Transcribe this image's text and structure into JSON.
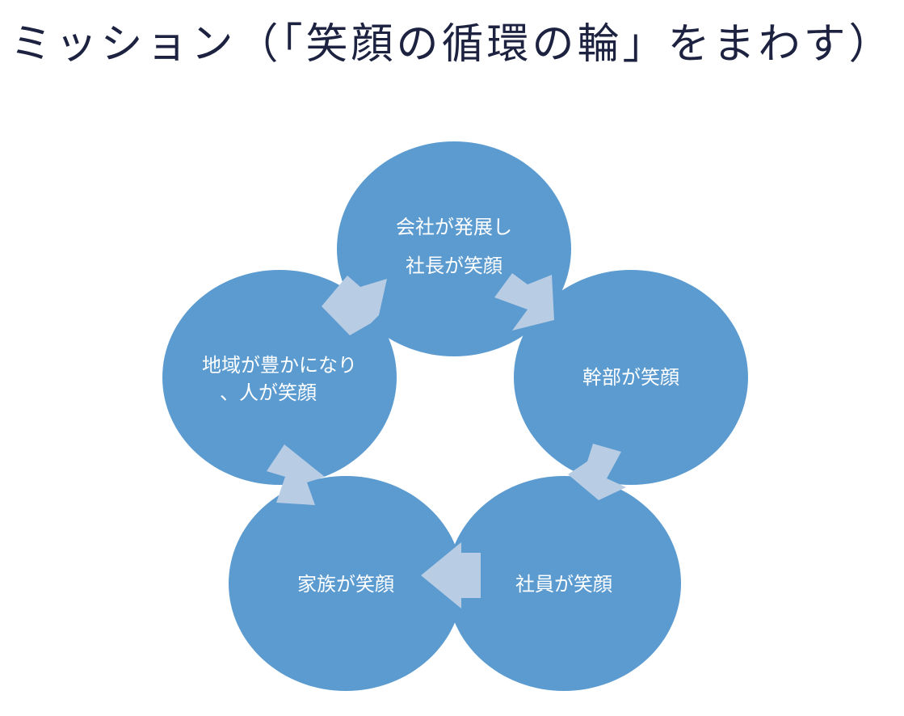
{
  "title": "ミッション（「笑顔の循環の輪」をまわす）",
  "colors": {
    "node_fill": "#5b9bd0",
    "arrow_fill": "#b8cce4",
    "node_text": "#ffffff",
    "title_text": "#1c2240"
  },
  "cycle": {
    "nodes": [
      {
        "lines": [
          "会社が発展し",
          "社長が笑顔"
        ]
      },
      {
        "lines": [
          "幹部が笑顔"
        ]
      },
      {
        "lines": [
          "社員が笑顔"
        ]
      },
      {
        "lines": [
          "家族が笑顔"
        ]
      },
      {
        "lines": [
          "地域が豊かになり",
          "、人が笑顔"
        ]
      }
    ]
  }
}
